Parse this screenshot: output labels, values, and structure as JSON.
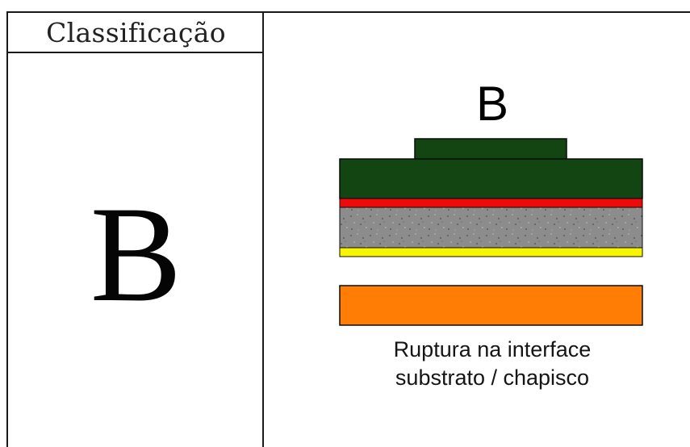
{
  "table": {
    "header": "Classificação",
    "classification_value": "B"
  },
  "diagram": {
    "label": "B",
    "caption_line1": "Ruptura na interface",
    "caption_line2": "substrato / chapisco",
    "colors": {
      "top_layer": "#134512",
      "red_layer": "#ef0a0a",
      "gray_layer": "#8a8a8a",
      "yellow_layer": "#f8f500",
      "orange_layer": "#ff7d04"
    }
  }
}
